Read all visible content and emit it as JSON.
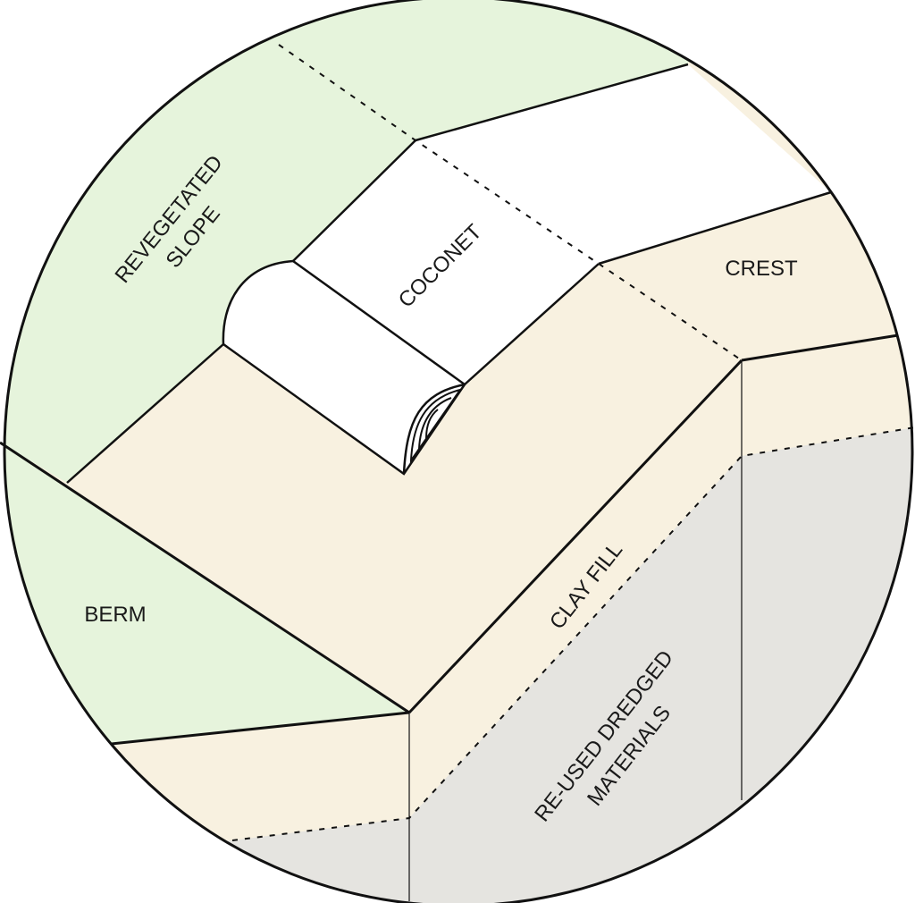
{
  "diagram": {
    "type": "cross-section illustration",
    "labels": {
      "revegetated_slope_line1": "REVEGETATED",
      "revegetated_slope_line2": "SLOPE",
      "coconet": "COCONET",
      "crest": "CREST",
      "berm": "BERM",
      "clay_fill": "CLAY FILL",
      "dredged_line1": "RE-USED DREDGED",
      "dredged_line2": "MATERIALS"
    },
    "colors": {
      "vegetation_green": "#e6f4dc",
      "clay_beige": "#f8f1e0",
      "dredged_grey": "#e5e4e0",
      "coconet_white": "#ffffff",
      "outline": "#111111"
    }
  }
}
